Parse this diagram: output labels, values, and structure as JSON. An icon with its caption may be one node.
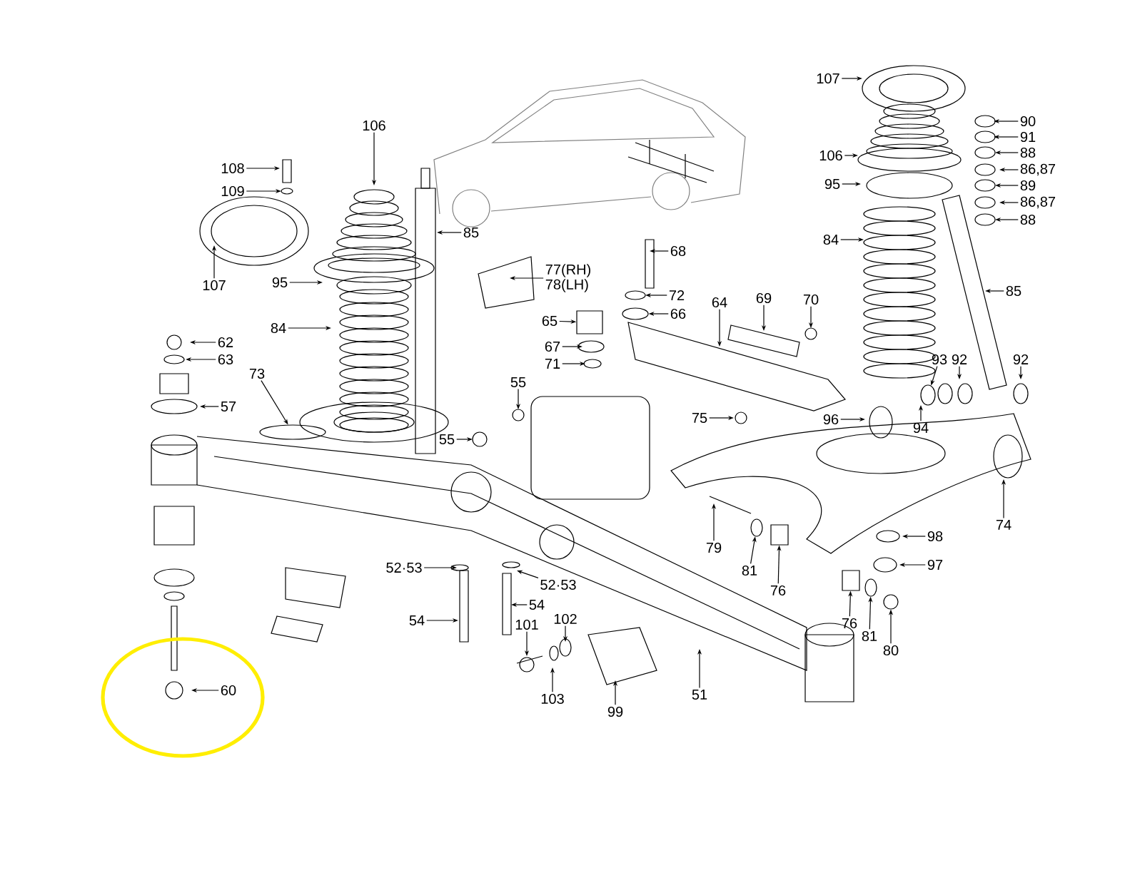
{
  "diagram": {
    "nodes": [
      {
        "text": [
          "106"
        ]
      },
      {
        "text": [
          "108"
        ]
      },
      {
        "text": [
          "109"
        ]
      },
      {
        "text": [
          "107"
        ]
      },
      {
        "text": [
          "95"
        ]
      },
      {
        "text": [
          "84"
        ]
      },
      {
        "text": [
          "85"
        ]
      },
      {
        "text": [
          "62"
        ]
      },
      {
        "text": [
          "63"
        ]
      },
      {
        "text": [
          "73"
        ]
      },
      {
        "text": [
          "57"
        ]
      },
      {
        "text": [
          "55"
        ]
      },
      {
        "text": [
          "55"
        ]
      },
      {
        "text": [
          "77(RH)",
          "78(LH)"
        ]
      },
      {
        "text": [
          "68"
        ]
      },
      {
        "text": [
          "72"
        ]
      },
      {
        "text": [
          "66"
        ]
      },
      {
        "text": [
          "65"
        ]
      },
      {
        "text": [
          "64"
        ]
      },
      {
        "text": [
          "69"
        ]
      },
      {
        "text": [
          "70"
        ]
      },
      {
        "text": [
          "67"
        ]
      },
      {
        "text": [
          "71"
        ]
      },
      {
        "text": [
          "75"
        ]
      },
      {
        "text": [
          "96"
        ]
      },
      {
        "text": [
          "107"
        ]
      },
      {
        "text": [
          "106"
        ]
      },
      {
        "text": [
          "95"
        ]
      },
      {
        "text": [
          "84"
        ]
      },
      {
        "text": [
          "85"
        ]
      },
      {
        "text": [
          "90"
        ]
      },
      {
        "text": [
          "91"
        ]
      },
      {
        "text": [
          "88"
        ]
      },
      {
        "text": [
          "86,87"
        ]
      },
      {
        "text": [
          "89"
        ]
      },
      {
        "text": [
          "86,87"
        ]
      },
      {
        "text": [
          "88"
        ]
      },
      {
        "text": [
          "93"
        ]
      },
      {
        "text": [
          "92"
        ]
      },
      {
        "text": [
          "92"
        ]
      },
      {
        "text": [
          "94"
        ]
      },
      {
        "text": [
          "74"
        ]
      },
      {
        "text": [
          "79"
        ]
      },
      {
        "text": [
          "81"
        ]
      },
      {
        "text": [
          "76"
        ]
      },
      {
        "text": [
          "98"
        ]
      },
      {
        "text": [
          "97"
        ]
      },
      {
        "text": [
          "76"
        ]
      },
      {
        "text": [
          "81"
        ]
      },
      {
        "text": [
          "80"
        ]
      },
      {
        "text": [
          "52·53"
        ]
      },
      {
        "text": [
          "52·53"
        ]
      },
      {
        "text": [
          "54"
        ]
      },
      {
        "text": [
          "54"
        ]
      },
      {
        "text": [
          "101"
        ]
      },
      {
        "text": [
          "102"
        ]
      },
      {
        "text": [
          "103"
        ]
      },
      {
        "text": [
          "99"
        ]
      },
      {
        "text": [
          "51"
        ]
      },
      {
        "text": [
          "60"
        ]
      },
      {
        "text": [],
        "shape": "ellipse"
      },
      {
        "text": [],
        "shape": "box"
      },
      {
        "text": [],
        "shape": "ellipse"
      },
      {
        "text": [],
        "shape": "ellipse"
      },
      {
        "text": [],
        "shape": "box"
      },
      {
        "text": [],
        "shape": "box"
      },
      {
        "text": [],
        "shape": "ellipse"
      },
      {
        "text": [],
        "shape": "circle"
      },
      {
        "text": [],
        "shape": "ellipse"
      }
    ],
    "edges": [
      {
        "from": 0,
        "to": null,
        "arrow": "to"
      },
      {
        "from": 1,
        "to": null,
        "arrow": "to"
      },
      {
        "from": 2,
        "to": null,
        "arrow": "to"
      },
      {
        "from": 3,
        "to": null,
        "arrow": "to"
      },
      {
        "from": 4,
        "to": null,
        "arrow": "to"
      },
      {
        "from": 5,
        "to": null,
        "arrow": "to"
      },
      {
        "from": 6,
        "to": null,
        "arrow": "to"
      },
      {
        "from": 7,
        "to": null,
        "arrow": "to"
      },
      {
        "from": 8,
        "to": null,
        "arrow": "to"
      },
      {
        "from": 9,
        "to": 60,
        "arrow": "to"
      },
      {
        "from": 10,
        "to": null,
        "arrow": "to"
      },
      {
        "from": 11,
        "to": null,
        "arrow": "to"
      },
      {
        "from": 12,
        "to": null,
        "arrow": "to"
      },
      {
        "from": 13,
        "to": null,
        "arrow": "to"
      },
      {
        "from": 14,
        "to": null,
        "arrow": "to"
      },
      {
        "from": 15,
        "to": null,
        "arrow": "to"
      },
      {
        "from": 16,
        "to": 62,
        "arrow": "to"
      },
      {
        "from": 17,
        "to": 61,
        "arrow": "to"
      },
      {
        "from": 18,
        "to": null,
        "arrow": "to"
      },
      {
        "from": 19,
        "to": null,
        "arrow": "to"
      },
      {
        "from": 20,
        "to": null,
        "arrow": "to"
      },
      {
        "from": 21,
        "to": null,
        "arrow": "to"
      },
      {
        "from": 22,
        "to": null,
        "arrow": "to"
      },
      {
        "from": 23,
        "to": null,
        "arrow": "to"
      },
      {
        "from": 24,
        "to": null,
        "arrow": "to"
      },
      {
        "from": 25,
        "to": null,
        "arrow": "to"
      },
      {
        "from": 26,
        "to": null,
        "arrow": "to"
      },
      {
        "from": 27,
        "to": null,
        "arrow": "to"
      },
      {
        "from": 28,
        "to": null,
        "arrow": "to"
      },
      {
        "from": 29,
        "to": null,
        "arrow": "to"
      },
      {
        "from": 30,
        "to": null,
        "arrow": "to"
      },
      {
        "from": 31,
        "to": null,
        "arrow": "to"
      },
      {
        "from": 32,
        "to": null,
        "arrow": "to"
      },
      {
        "from": 33,
        "to": null,
        "arrow": "to"
      },
      {
        "from": 34,
        "to": null,
        "arrow": "to"
      },
      {
        "from": 35,
        "to": null,
        "arrow": "to"
      },
      {
        "from": 36,
        "to": null,
        "arrow": "to"
      },
      {
        "from": 37,
        "to": 68,
        "arrow": "to"
      },
      {
        "from": 38,
        "to": null,
        "arrow": "to"
      },
      {
        "from": 39,
        "to": null,
        "arrow": "to"
      },
      {
        "from": 40,
        "to": null,
        "arrow": "to"
      },
      {
        "from": 41,
        "to": null,
        "arrow": "to"
      },
      {
        "from": 42,
        "to": null,
        "arrow": "to"
      },
      {
        "from": 43,
        "to": 63,
        "arrow": "to"
      },
      {
        "from": 44,
        "to": 64,
        "arrow": "to"
      },
      {
        "from": 45,
        "to": null,
        "arrow": "to"
      },
      {
        "from": 46,
        "to": null,
        "arrow": "to"
      },
      {
        "from": 47,
        "to": 65,
        "arrow": "to"
      },
      {
        "from": 48,
        "to": 66,
        "arrow": "to"
      },
      {
        "from": 49,
        "to": 67,
        "arrow": "to"
      },
      {
        "from": 50,
        "to": null,
        "arrow": "to"
      },
      {
        "from": 51,
        "to": null,
        "arrow": "to"
      },
      {
        "from": 52,
        "to": null,
        "arrow": "to"
      },
      {
        "from": 53,
        "to": null,
        "arrow": "to"
      },
      {
        "from": 54,
        "to": null,
        "arrow": "to"
      },
      {
        "from": 55,
        "to": null,
        "arrow": "to"
      },
      {
        "from": 56,
        "to": null,
        "arrow": "to"
      },
      {
        "from": 57,
        "to": null,
        "arrow": "to"
      },
      {
        "from": 58,
        "to": null,
        "arrow": "to"
      },
      {
        "from": 59,
        "to": null,
        "arrow": "to"
      }
    ]
  }
}
